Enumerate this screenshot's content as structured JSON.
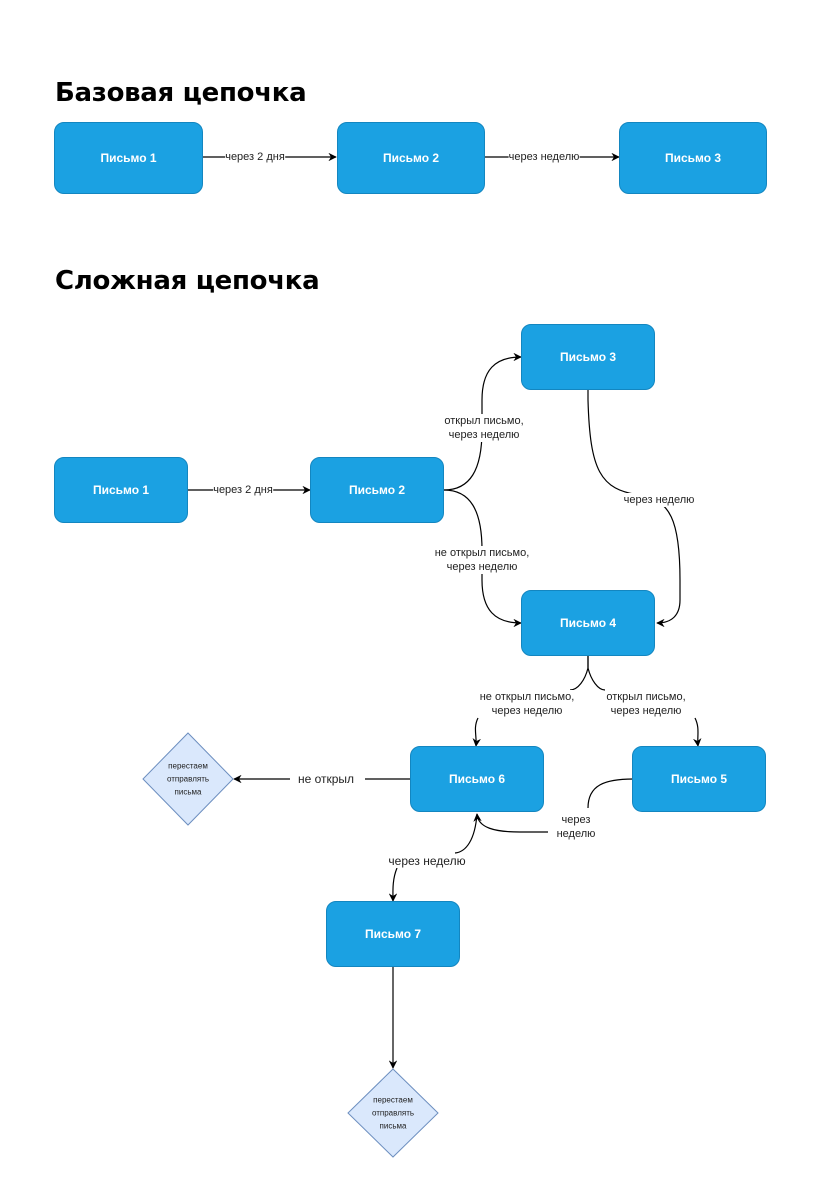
{
  "sections": {
    "basic_title": "Базовая цепочка",
    "complex_title": "Сложная цепочка"
  },
  "basic_chain": {
    "nodes": [
      "Письмо 1",
      "Письмо 2",
      "Письмо 3"
    ],
    "edges": [
      "через 2 дня",
      "через неделю"
    ]
  },
  "complex_chain": {
    "nodes": {
      "n1": "Письмо 1",
      "n2": "Письмо 2",
      "n3": "Письмо 3",
      "n4": "Письмо 4",
      "n5": "Письмо 5",
      "n6": "Письмо 6",
      "n7": "Письмо 7"
    },
    "edges": {
      "e1_2": "через 2 дня",
      "e2_3_line1": "открыл письмо,",
      "e2_3_line2": "через неделю",
      "e2_4_line1": "не открыл письмо,",
      "e2_4_line2": "через неделю",
      "e3_4": "через неделю",
      "e4_6_line1": "не открыл письмо,",
      "e4_6_line2": "через неделю",
      "e4_5_line1": "открыл письмо,",
      "e4_5_line2": "через неделю",
      "e5_6_line1": "через",
      "e5_6_line2": "неделю",
      "e6_stop": "не открыл",
      "e6_7": "через неделю"
    },
    "stop_nodes": {
      "stop1": [
        "перестаем",
        "отправлять",
        "письма"
      ],
      "stop2": [
        "перестаем",
        "отправлять",
        "письма"
      ]
    }
  },
  "colors": {
    "node_fill": "#1ba1e2",
    "node_border": "#1386c0",
    "stop_fill": "#dae8fc",
    "stop_border": "#6c8ebf",
    "edge": "#000000"
  }
}
